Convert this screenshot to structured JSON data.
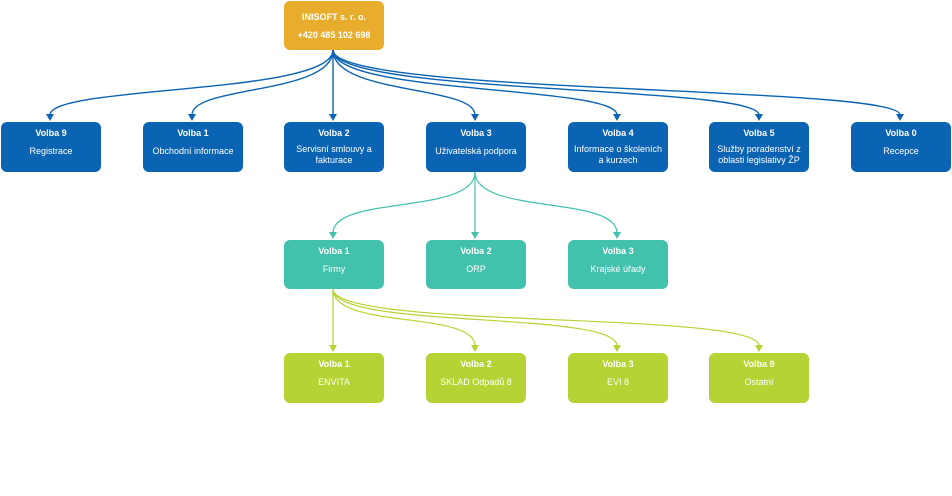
{
  "root": {
    "title": "INISOFT s. r. o.",
    "phone": "+420 485 102 698"
  },
  "level1": [
    {
      "title": "Volba 9",
      "label": "Registrace"
    },
    {
      "title": "Volba 1",
      "label": "Obchodní informace"
    },
    {
      "title": "Volba 2",
      "label": "Servisní smlouvy a fakturace"
    },
    {
      "title": "Volba 3",
      "label": "Uživatelská podpora"
    },
    {
      "title": "Volba 4",
      "label": "Informace o školeních a kurzech"
    },
    {
      "title": "Volba 5",
      "label": "Služby poradenství z oblasti legislativy ŽP"
    },
    {
      "title": "Volba 0",
      "label": "Recepce"
    }
  ],
  "level2": [
    {
      "title": "Volba 1",
      "label": "Firmy"
    },
    {
      "title": "Volba 2",
      "label": "ORP"
    },
    {
      "title": "Volba 3",
      "label": "Krajské úřady"
    }
  ],
  "level3": [
    {
      "title": "Volba 1",
      "label": "ENVITA"
    },
    {
      "title": "Volba 2",
      "label": "SKLAD Odpadů 8"
    },
    {
      "title": "Volba 3",
      "label": "EVI 8"
    },
    {
      "title": "Volba 9",
      "label": "Ostatní"
    }
  ],
  "colors": {
    "root": "#e8ad2c",
    "level1": "#0a63b3",
    "level2": "#42c2ad",
    "level3": "#b5d334"
  }
}
